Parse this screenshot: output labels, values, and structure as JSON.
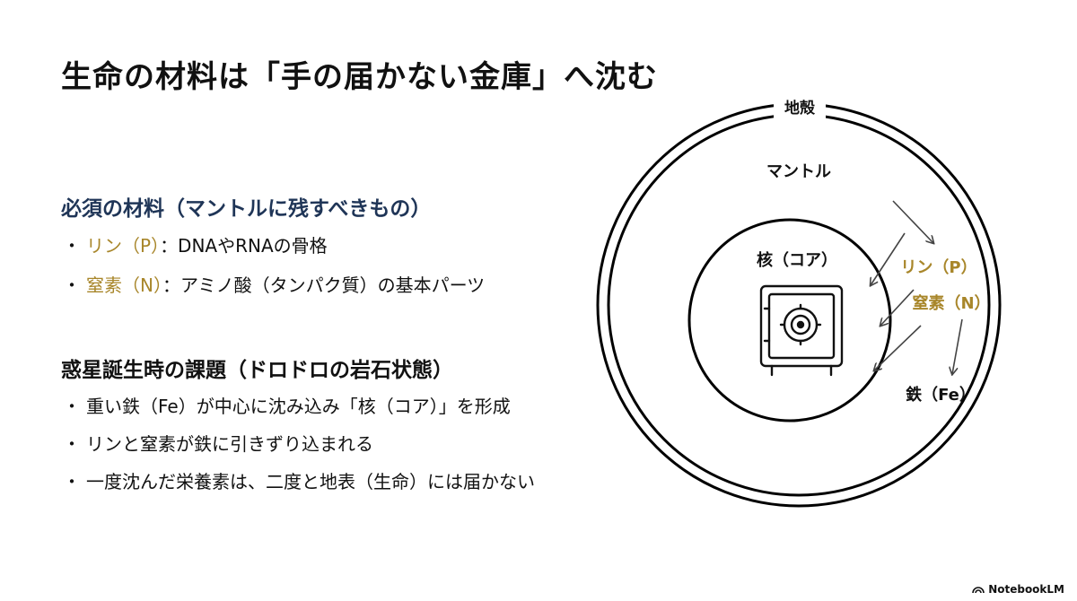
{
  "title": "生命の材料は「手の届かない金庫」へ沈む",
  "section1": {
    "heading": "必須の材料（マントルに残すべきもの）",
    "items": [
      {
        "name": "リン（P）",
        "desc": "：DNAやRNAの骨格"
      },
      {
        "name": "窒素（N）",
        "desc": "：アミノ酸（タンパク質）の基本パーツ"
      }
    ]
  },
  "section2": {
    "heading": "惑星誕生時の課題（ドロドロの岩石状態）",
    "items": [
      "重い鉄（Fe）が中心に沈み込み「核（コア）」を形成",
      "リンと窒素が鉄に引きずり込まれる",
      "一度沈んだ栄養素は、二度と地表（生命）には届かない"
    ]
  },
  "diagram": {
    "crust_label": "地殻",
    "mantle_label": "マントル",
    "core_label": "核（コア）",
    "phosphorus_label": "リン（P）",
    "nitrogen_label": "窒素（N）",
    "iron_label": "鉄（Fe）",
    "core_icon": "safe-icon",
    "accent_color": "#a8862a",
    "heading_color": "#1f3557"
  },
  "bullet_symbol": "・",
  "brand": "NotebookLM"
}
